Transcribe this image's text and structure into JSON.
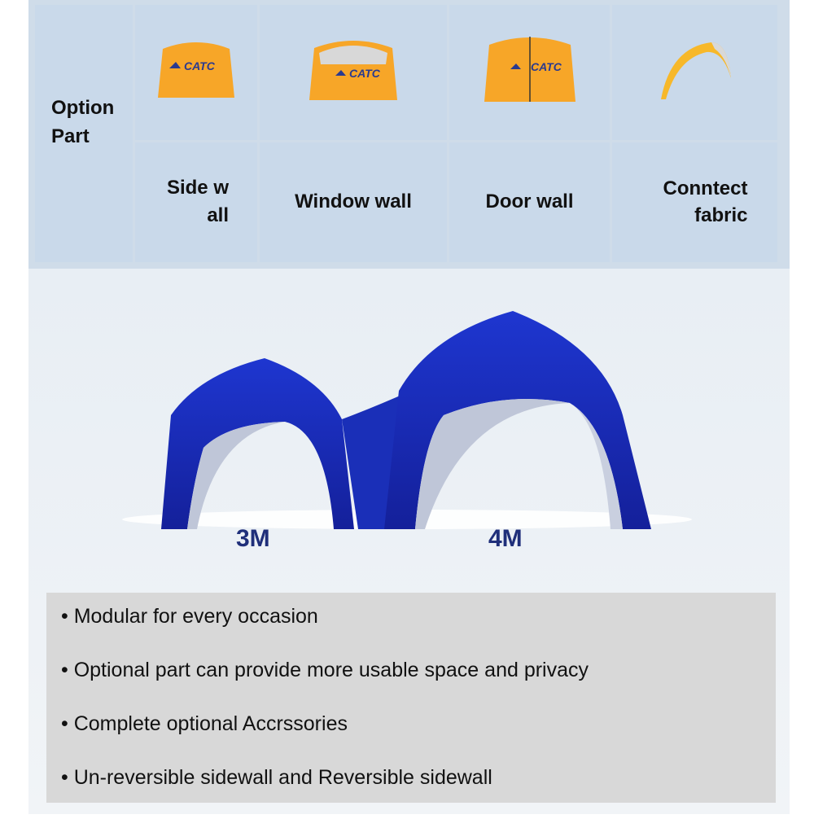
{
  "table": {
    "header": "Option Part",
    "options": [
      {
        "label": "Side wall",
        "icon": "side-wall-icon",
        "logo": "CATC"
      },
      {
        "label": "Window wall",
        "icon": "window-wall-icon",
        "logo": "CATC"
      },
      {
        "label": "Door wall",
        "icon": "door-wall-icon",
        "logo": "CATC"
      },
      {
        "label": "Conntect fabric",
        "icon": "connect-fabric-icon"
      }
    ]
  },
  "figure": {
    "small_label": "3M",
    "large_label": "4M",
    "tent_color": "#1a2fb8"
  },
  "colors": {
    "wall_orange": "#f7a628",
    "table_bg": "#c9d9ea"
  },
  "features": [
    "Modular for every occasion",
    "Optional part can provide more usable space and privacy",
    "Complete optional Accrssories",
    "Un-reversible sidewall and Reversible sidewall"
  ]
}
